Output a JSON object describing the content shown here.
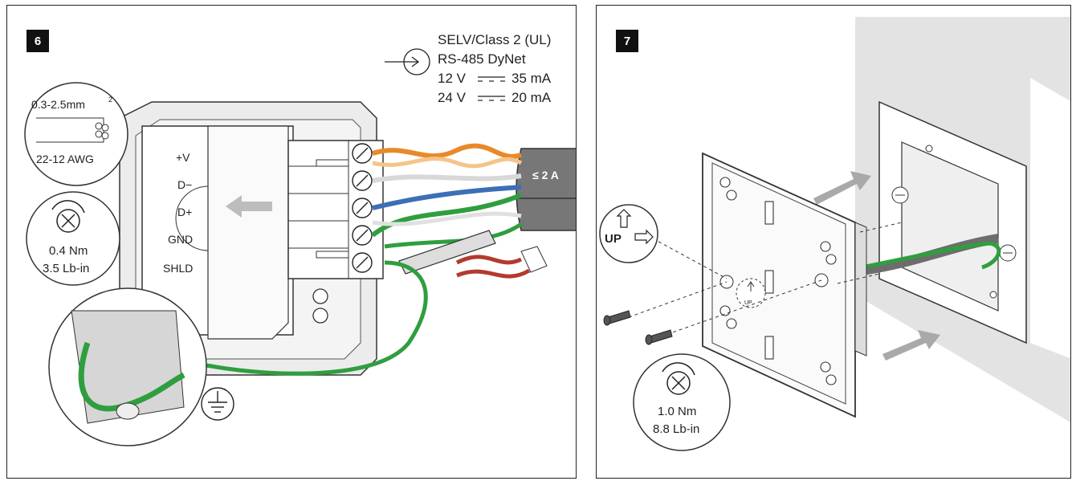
{
  "step6": {
    "number": "6",
    "spec": {
      "line1": "SELV/Class 2 (UL)",
      "line2": "RS-485 DyNet",
      "line3_voltage": "12 V",
      "line3_current": "35 mA",
      "line4_voltage": "24 V",
      "line4_current": "20 mA"
    },
    "wire_size": {
      "metric": "0.3-2.5mm",
      "metric_sup": "2",
      "awg": "22-12 AWG"
    },
    "torque": {
      "nm": "0.4 Nm",
      "lbin": "3.5 Lb-in"
    },
    "terminals": [
      "+V",
      "D−",
      "D+",
      "GND",
      "SHLD"
    ],
    "cable_rating": "≤ 2 A",
    "colors": {
      "orange": "#e8892a",
      "blue": "#3c6fb5",
      "green": "#2f9e3f",
      "red": "#b33a2e",
      "grey": "#7a7a7a"
    }
  },
  "step7": {
    "number": "7",
    "up_label": "UP",
    "plate_up_label": "UP",
    "torque": {
      "nm": "1.0 Nm",
      "lbin": "8.8 Lb-in"
    }
  }
}
